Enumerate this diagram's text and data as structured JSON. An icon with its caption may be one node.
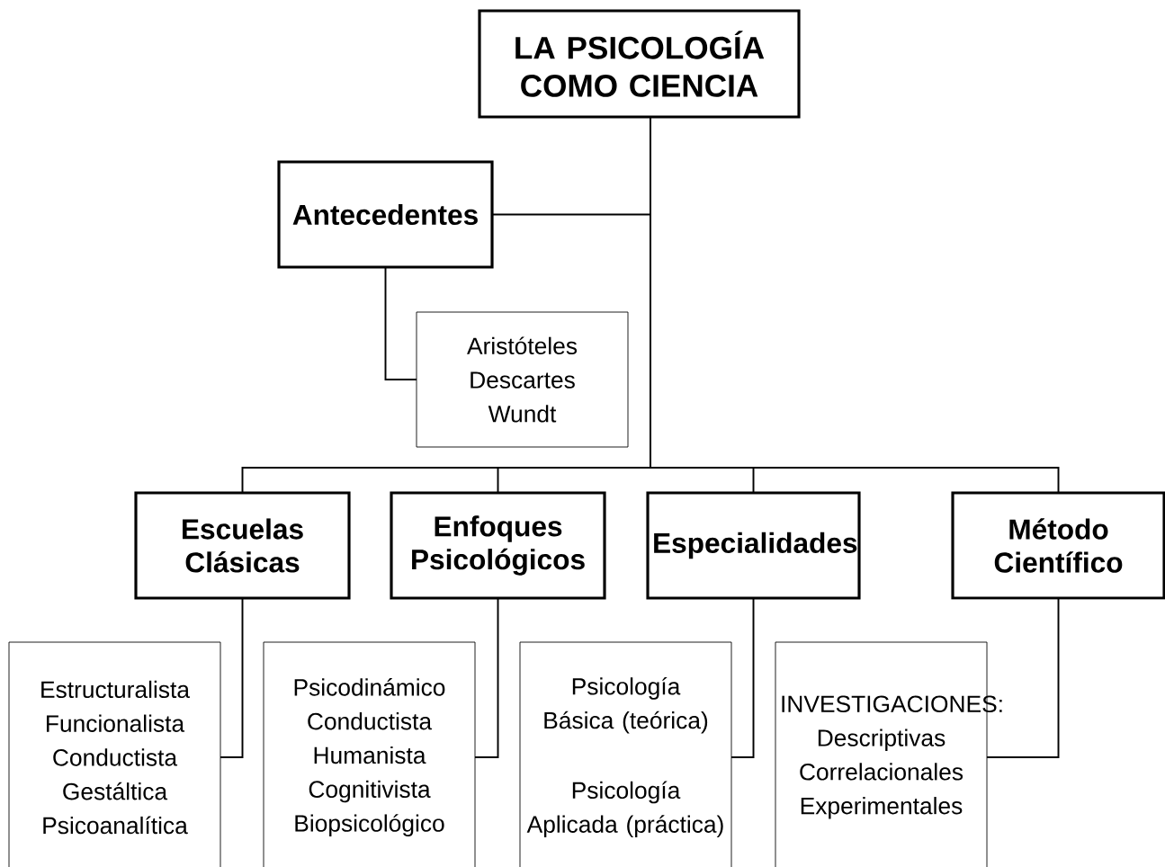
{
  "diagram": {
    "nodes": [
      {
        "text": [
          "LA PSICOLOGÍA COMO CIENCIA"
        ]
      },
      {
        "text": [
          "Antecedentes"
        ]
      },
      {
        "text": [
          "Aristóteles",
          "Descartes",
          "Wundt"
        ]
      },
      {
        "text": [
          "Escuelas Clásicas"
        ]
      },
      {
        "text": [
          "Enfoques Psicológicos"
        ]
      },
      {
        "text": [
          "Especialidades"
        ]
      },
      {
        "text": [
          "Método Científico"
        ]
      },
      {
        "text": [
          "Estructuralista",
          "Funcionalista",
          "Conductista",
          "Gestáltica",
          "Psicoanalítica"
        ]
      },
      {
        "text": [
          "Psicodinámico",
          "Conductista",
          "Humanista",
          "Cognitivista",
          "Biopsicológico"
        ]
      },
      {
        "text": [
          "Psicología Básica (teórica)",
          "Psicología Aplicada (práctica)"
        ]
      },
      {
        "text": [
          "INVESTIGACIONES:",
          "Descriptivas",
          "Correlacionales",
          "Experimentales"
        ]
      }
    ],
    "edges": [
      {
        "from": 0,
        "to": 1,
        "arrow": "none"
      },
      {
        "from": 1,
        "to": 2,
        "arrow": "none"
      },
      {
        "from": 0,
        "to": 3,
        "arrow": "none"
      },
      {
        "from": 0,
        "to": 4,
        "arrow": "none"
      },
      {
        "from": 0,
        "to": 5,
        "arrow": "none"
      },
      {
        "from": 0,
        "to": 6,
        "arrow": "none"
      },
      {
        "from": 3,
        "to": 7,
        "arrow": "none"
      },
      {
        "from": 4,
        "to": 8,
        "arrow": "none"
      },
      {
        "from": 5,
        "to": 9,
        "arrow": "none"
      },
      {
        "from": 6,
        "to": 10,
        "arrow": "none"
      }
    ]
  }
}
